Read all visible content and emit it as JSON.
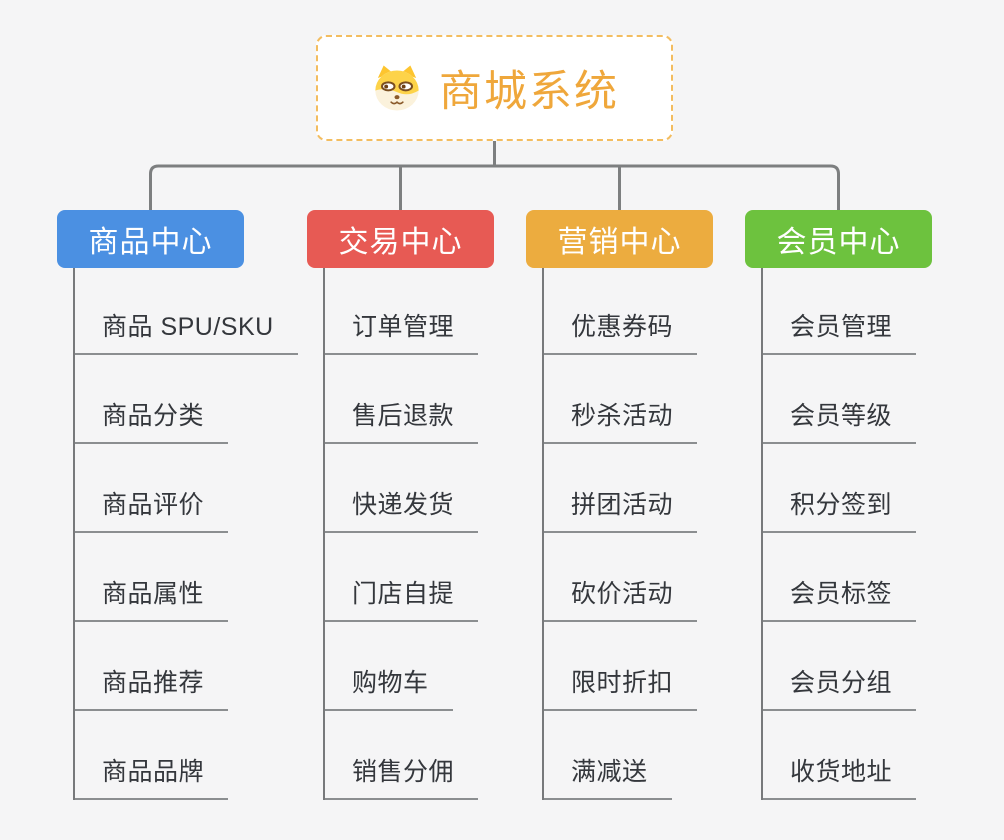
{
  "root": {
    "title": "商城系统",
    "icon": "dog-face-icon"
  },
  "branches": [
    {
      "label": "商品中心",
      "color": "#4b90e2",
      "children": [
        "商品 SPU/SKU",
        "商品分类",
        "商品评价",
        "商品属性",
        "商品推荐",
        "商品品牌"
      ]
    },
    {
      "label": "交易中心",
      "color": "#e75a54",
      "children": [
        "订单管理",
        "售后退款",
        "快递发货",
        "门店自提",
        "购物车",
        "销售分佣"
      ]
    },
    {
      "label": "营销中心",
      "color": "#ecac3f",
      "children": [
        "优惠券码",
        "秒杀活动",
        "拼团活动",
        "砍价活动",
        "限时折扣",
        "满减送"
      ]
    },
    {
      "label": "会员中心",
      "color": "#6dc23e",
      "children": [
        "会员管理",
        "会员等级",
        "积分签到",
        "会员标签",
        "会员分组",
        "收货地址"
      ]
    }
  ],
  "colors": {
    "background": "#f5f5f6",
    "root_border": "#f3bd60",
    "root_title": "#efa73b",
    "connector": "#7d7f80",
    "trunk": "#77797b",
    "leaf_underline": "#8b8e90",
    "leaf_text": "#34373c"
  }
}
